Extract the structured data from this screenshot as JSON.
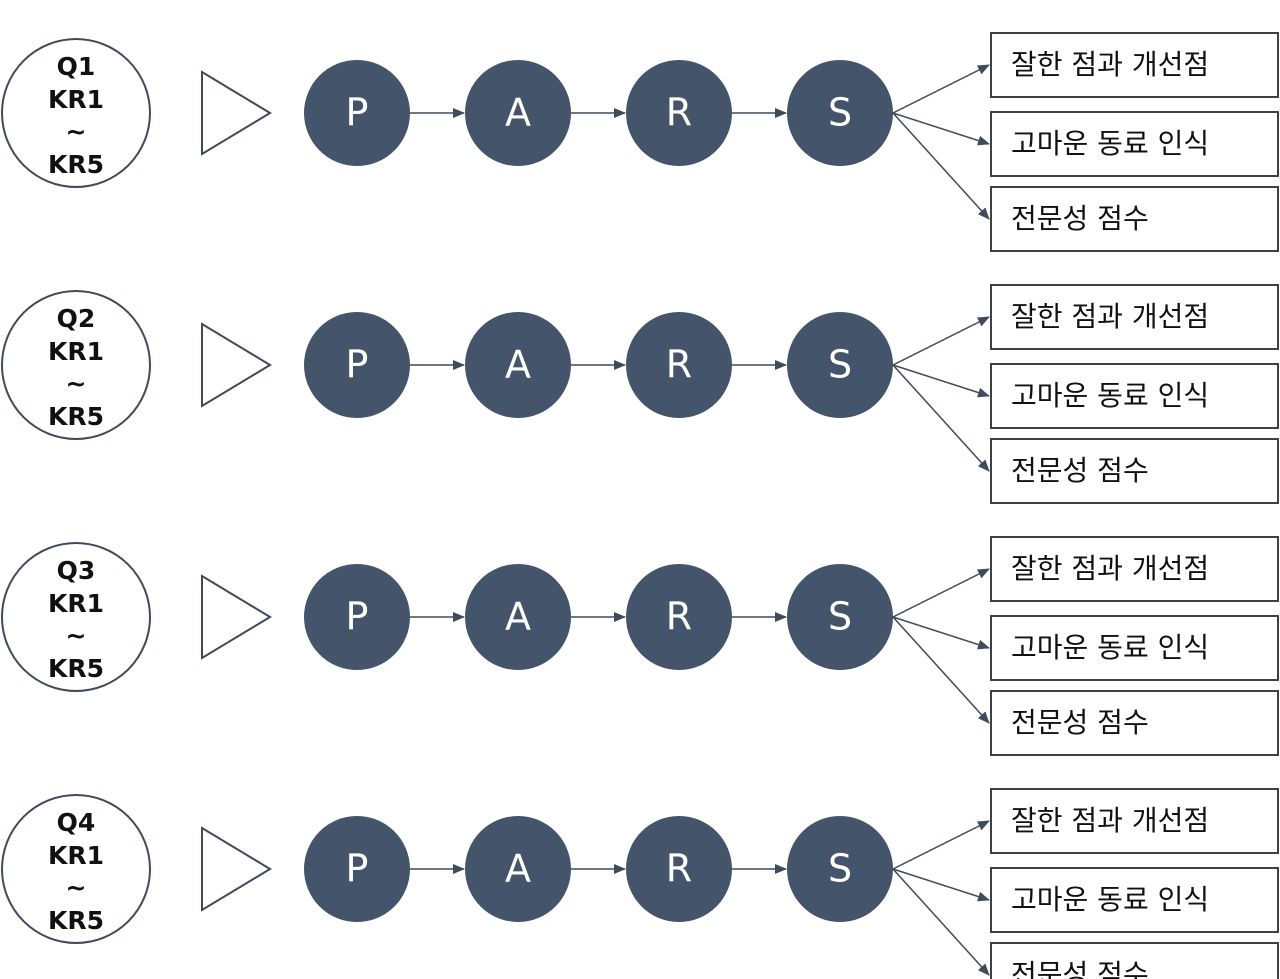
{
  "colors": {
    "node_fill": "#44546a",
    "node_text": "#ffffff",
    "stroke": "#3f4a5c",
    "box_border": "#404040",
    "text": "#111111"
  },
  "rows": [
    {
      "q_lines": [
        "Q1",
        "KR1",
        "~",
        "KR5"
      ],
      "nodes": [
        "P",
        "A",
        "R",
        "S"
      ],
      "outputs": [
        "잘한 점과 개선점",
        "고마운 동료 인식",
        "전문성 점수"
      ]
    },
    {
      "q_lines": [
        "Q2",
        "KR1",
        "~",
        "KR5"
      ],
      "nodes": [
        "P",
        "A",
        "R",
        "S"
      ],
      "outputs": [
        "잘한 점과 개선점",
        "고마운 동료 인식",
        "전문성 점수"
      ]
    },
    {
      "q_lines": [
        "Q3",
        "KR1",
        "~",
        "KR5"
      ],
      "nodes": [
        "P",
        "A",
        "R",
        "S"
      ],
      "outputs": [
        "잘한 점과 개선점",
        "고마운 동료 인식",
        "전문성 점수"
      ]
    },
    {
      "q_lines": [
        "Q4",
        "KR1",
        "~",
        "KR5"
      ],
      "nodes": [
        "P",
        "A",
        "R",
        "S"
      ],
      "outputs": [
        "잘한 점과 개선점",
        "고마운 동료 인식",
        "전문성 점수"
      ]
    }
  ]
}
